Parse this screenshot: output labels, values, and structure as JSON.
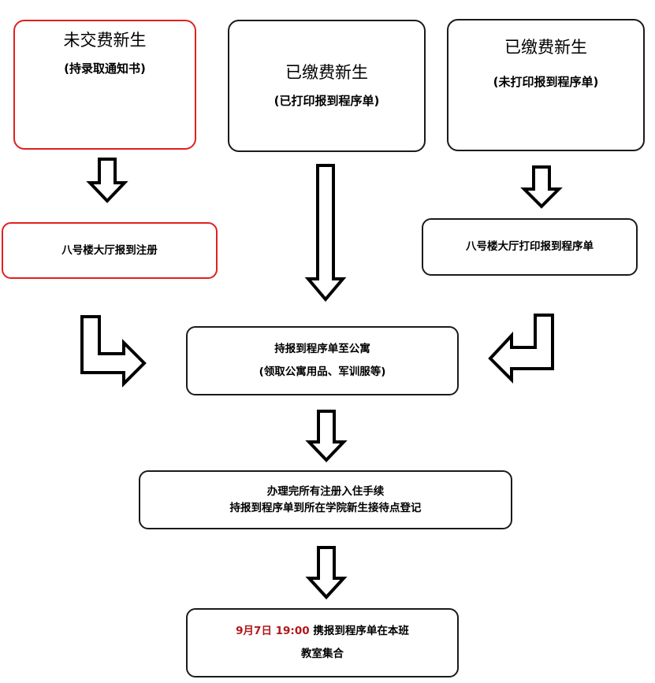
{
  "boxes": {
    "unpaid": {
      "title": "未交费新生",
      "subtitle": "(持录取通知书)"
    },
    "paid_printed": {
      "title": "已缴费新生",
      "subtitle": "(已打印报到程序单)"
    },
    "paid_unprinted": {
      "title": "已缴费新生",
      "subtitle": "(未打印报到程序单)"
    },
    "register_building8": {
      "text": "八号楼大厅报到注册"
    },
    "print_building8": {
      "text": "八号楼大厅打印报到程序单"
    },
    "apartment": {
      "line1": "持报到程序单至公寓",
      "line2": "(领取公寓用品、军训服等)"
    },
    "complete": {
      "line1": "办理完所有注册入住手续",
      "line2": "持报到程序单到所在学院新生接待点登记"
    },
    "gather": {
      "date": "9月7日 19:00",
      "line1_rest": " 携报到程序单在本班",
      "line2": "教室集合"
    }
  },
  "colors": {
    "red_border": "#e02020",
    "date_text": "#b01818",
    "border": "#1a1a1a"
  }
}
